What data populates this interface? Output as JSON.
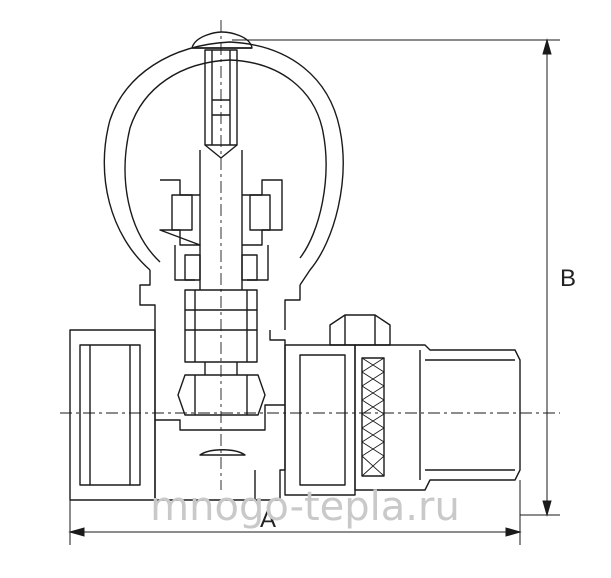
{
  "labels": {
    "dimension_a": "A",
    "dimension_b": "B"
  },
  "watermark": "mnogo-tepla.ru",
  "colors": {
    "line": "#1a1a1a",
    "watermark": "#c9c9c9",
    "background": "#ffffff"
  }
}
